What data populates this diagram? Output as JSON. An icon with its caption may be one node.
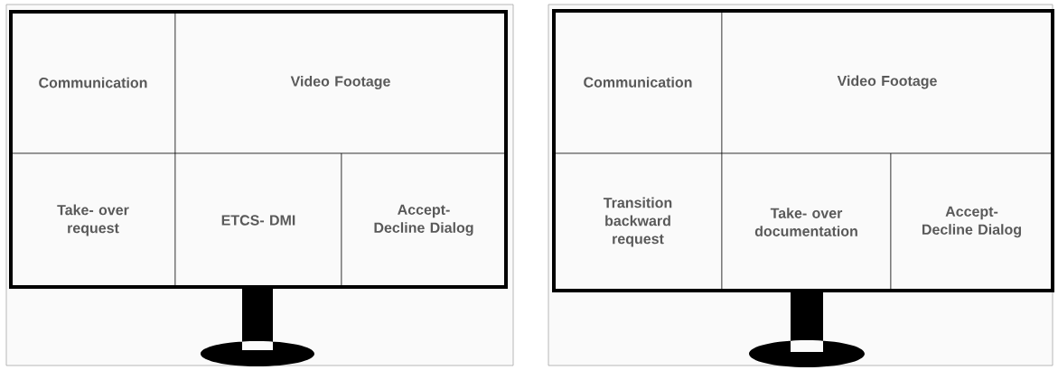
{
  "diagram": {
    "nodes": [
      {
        "text": [],
        "shape": "box"
      },
      {
        "text": [
          "Communication"
        ],
        "in": 0
      },
      {
        "text": [
          "Video Footage"
        ],
        "in": 0
      },
      {
        "text": [
          "Take- over request"
        ],
        "in": 0
      },
      {
        "text": [
          "ETCS- DMI"
        ],
        "in": 0
      },
      {
        "text": [
          "Accept- Decline Dialog"
        ],
        "in": 0
      },
      {
        "text": [],
        "shape": "box"
      },
      {
        "text": [
          "Communication"
        ],
        "in": 6
      },
      {
        "text": [
          "Video Footage"
        ],
        "in": 6
      },
      {
        "text": [
          "Transition backward request"
        ],
        "in": 6
      },
      {
        "text": [
          "Take- over documentation"
        ],
        "in": 6
      },
      {
        "text": [
          "Accept- Decline Dialog"
        ],
        "in": 6
      }
    ]
  }
}
